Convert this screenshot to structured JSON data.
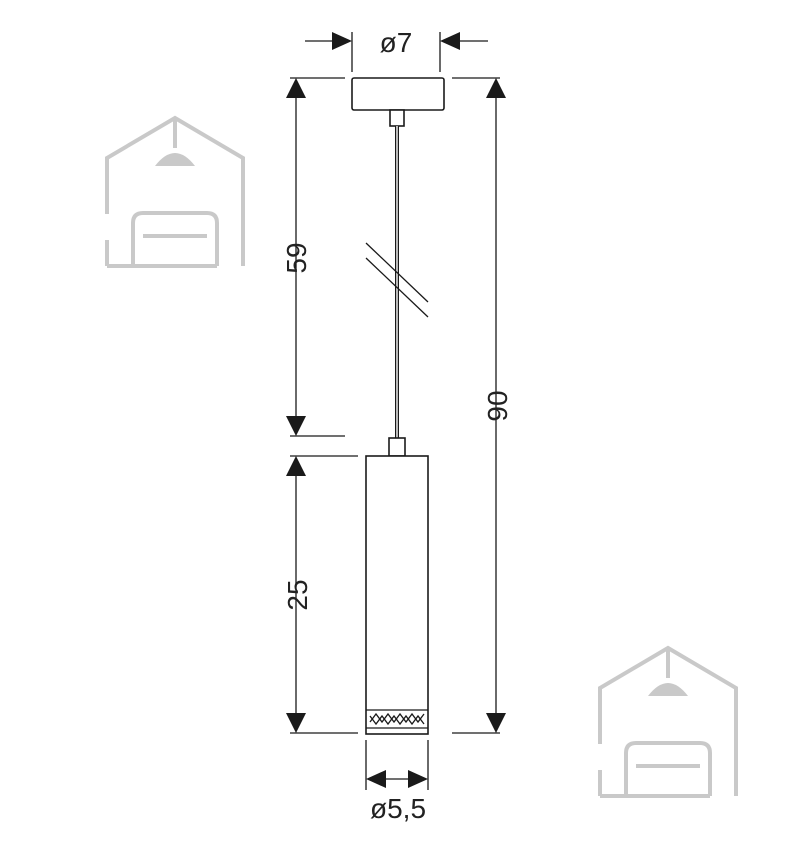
{
  "dimensions": {
    "canopy_diameter": "ø7",
    "cable_length": "59",
    "total_height": "90",
    "shade_height": "25",
    "shade_diameter": "ø5,5"
  },
  "colors": {
    "line": "#1a1a1a",
    "watermark": "#c9c9c9",
    "background": "#ffffff"
  },
  "watermark_icon": "house-sofa-lamp-icon"
}
